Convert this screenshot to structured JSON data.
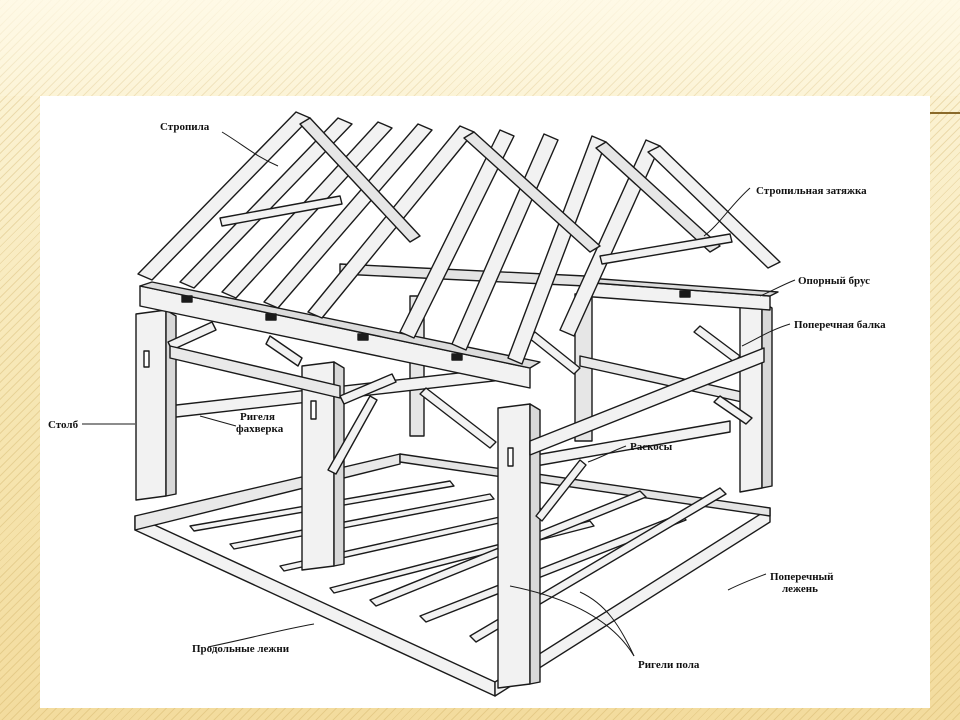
{
  "diagram": {
    "labels": {
      "rafters": "Стропила",
      "collar_tie": "Стропильная затяжка",
      "plate": "Опорный брус",
      "cross_beam": "Поперечная балка",
      "post": "Столб",
      "girts_line1": "Ригеля",
      "girts_line2": "фахверка",
      "braces": "Раскосы",
      "cross_sill_line1": "Поперечный",
      "cross_sill_line2": "лежень",
      "long_sills": "Продольные лежни",
      "floor_joists": "Ригели пола"
    },
    "colors": {
      "stroke": "#1a1a1a",
      "timber_fill": "#f2f2f2",
      "panel": "#ffffff"
    }
  }
}
